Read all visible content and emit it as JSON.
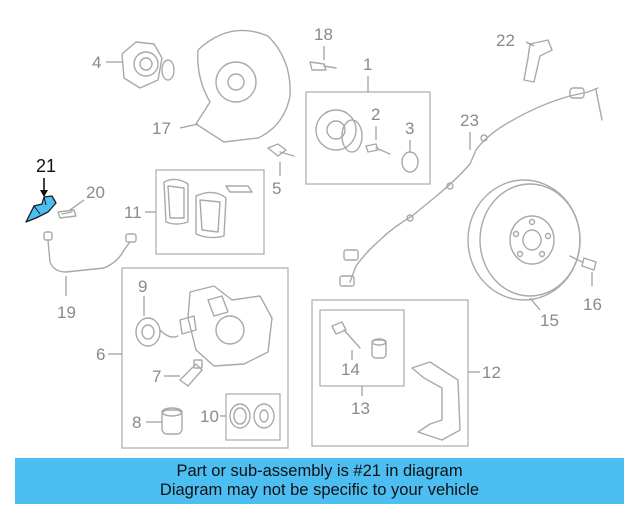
{
  "highlighted_part": "21",
  "highlight_color": "#4dbef1",
  "banner_color": "#4dbef1",
  "callouts": {
    "c1": "1",
    "c2": "2",
    "c3": "3",
    "c4": "4",
    "c5": "5",
    "c6": "6",
    "c7": "7",
    "c8": "8",
    "c9": "9",
    "c10": "10",
    "c11": "11",
    "c12": "12",
    "c13": "13",
    "c14": "14",
    "c15": "15",
    "c16": "16",
    "c17": "17",
    "c18": "18",
    "c19": "19",
    "c20": "20",
    "c21": "21",
    "c22": "22",
    "c23": "23"
  },
  "banner": {
    "line1": "Part or sub-assembly is #21 in diagram",
    "line2": "Diagram may not be specific to your vehicle"
  }
}
